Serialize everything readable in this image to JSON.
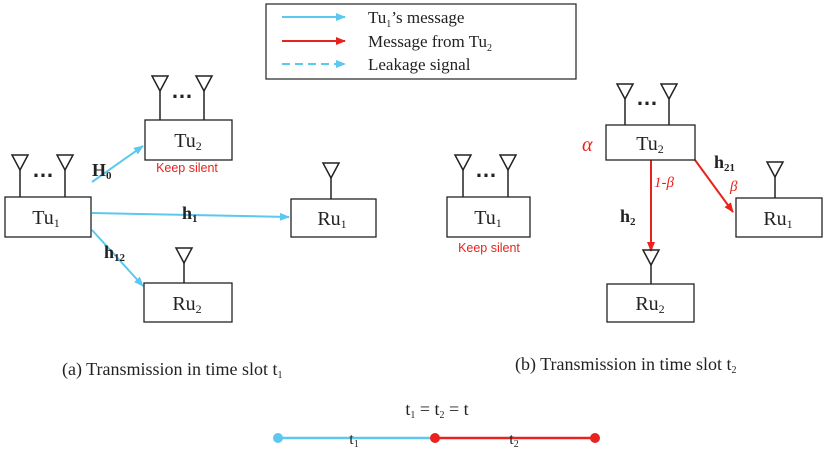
{
  "colors": {
    "tu1_message": "#5bc8ef",
    "tu2_message": "#e8231d",
    "leakage": "#5bc8ef",
    "box_fill": "#ffffff",
    "box_stroke": "#222222",
    "silent_text": "#e8231d",
    "param_text": "#e8231d"
  },
  "legend": {
    "items": [
      {
        "prefix": "Tu",
        "sub": "1",
        "suffix": "’s message",
        "style": "solid",
        "color": "tu1_message"
      },
      {
        "prefix": "Message from Tu",
        "sub": "2",
        "suffix": "",
        "style": "solid",
        "color": "tu2_message"
      },
      {
        "prefix": "Leakage signal",
        "sub": "",
        "suffix": "",
        "style": "dashed",
        "color": "leakage"
      }
    ]
  },
  "nodes": {
    "a_tu2": {
      "base": "Tu",
      "sub": "2",
      "antennas": "array",
      "status": "Keep silent"
    },
    "a_tu1": {
      "base": "Tu",
      "sub": "1",
      "antennas": "array"
    },
    "a_ru1": {
      "base": "Ru",
      "sub": "1",
      "antennas": "single"
    },
    "a_ru2": {
      "base": "Ru",
      "sub": "2",
      "antennas": "single"
    },
    "b_tu1": {
      "base": "Tu",
      "sub": "1",
      "antennas": "array",
      "status": "Keep silent"
    },
    "b_tu2": {
      "base": "Tu",
      "sub": "2",
      "antennas": "array",
      "power": "α"
    },
    "b_ru1": {
      "base": "Ru",
      "sub": "1",
      "antennas": "single"
    },
    "b_ru2": {
      "base": "Ru",
      "sub": "2",
      "antennas": "single"
    }
  },
  "links": {
    "a_h0": {
      "base": "H",
      "sub": "0",
      "from": "Tu1",
      "to": "Tu2",
      "type": "tu1_message"
    },
    "a_h1": {
      "base": "h",
      "sub": "1",
      "from": "Tu1",
      "to": "Ru1",
      "type": "tu1_message"
    },
    "a_h12": {
      "base": "h",
      "sub": "12",
      "from": "Tu1",
      "to": "Ru2",
      "type": "tu1_message"
    },
    "b_h2": {
      "base": "h",
      "sub": "2",
      "param": "1-β",
      "from": "Tu2",
      "to": "Ru2",
      "type": "tu2_message"
    },
    "b_h21": {
      "base": "h",
      "sub": "21",
      "param": "β",
      "from": "Tu2",
      "to": "Ru1",
      "type": "tu2_message"
    }
  },
  "captions": {
    "a": {
      "text": "(a) Transmission in time slot t",
      "sub": "1"
    },
    "b": {
      "text": "(b) Transmission in time slot t",
      "sub": "2"
    }
  },
  "timeline": {
    "equation": {
      "t1": "t",
      "t1_sub": "1",
      "eq1": " = ",
      "t2": "t",
      "t2_sub": "2",
      "eq2": " = t"
    },
    "slot1": {
      "base": "t",
      "sub": "1",
      "color": "tu1_message"
    },
    "slot2": {
      "base": "t",
      "sub": "2",
      "color": "tu2_message"
    }
  }
}
